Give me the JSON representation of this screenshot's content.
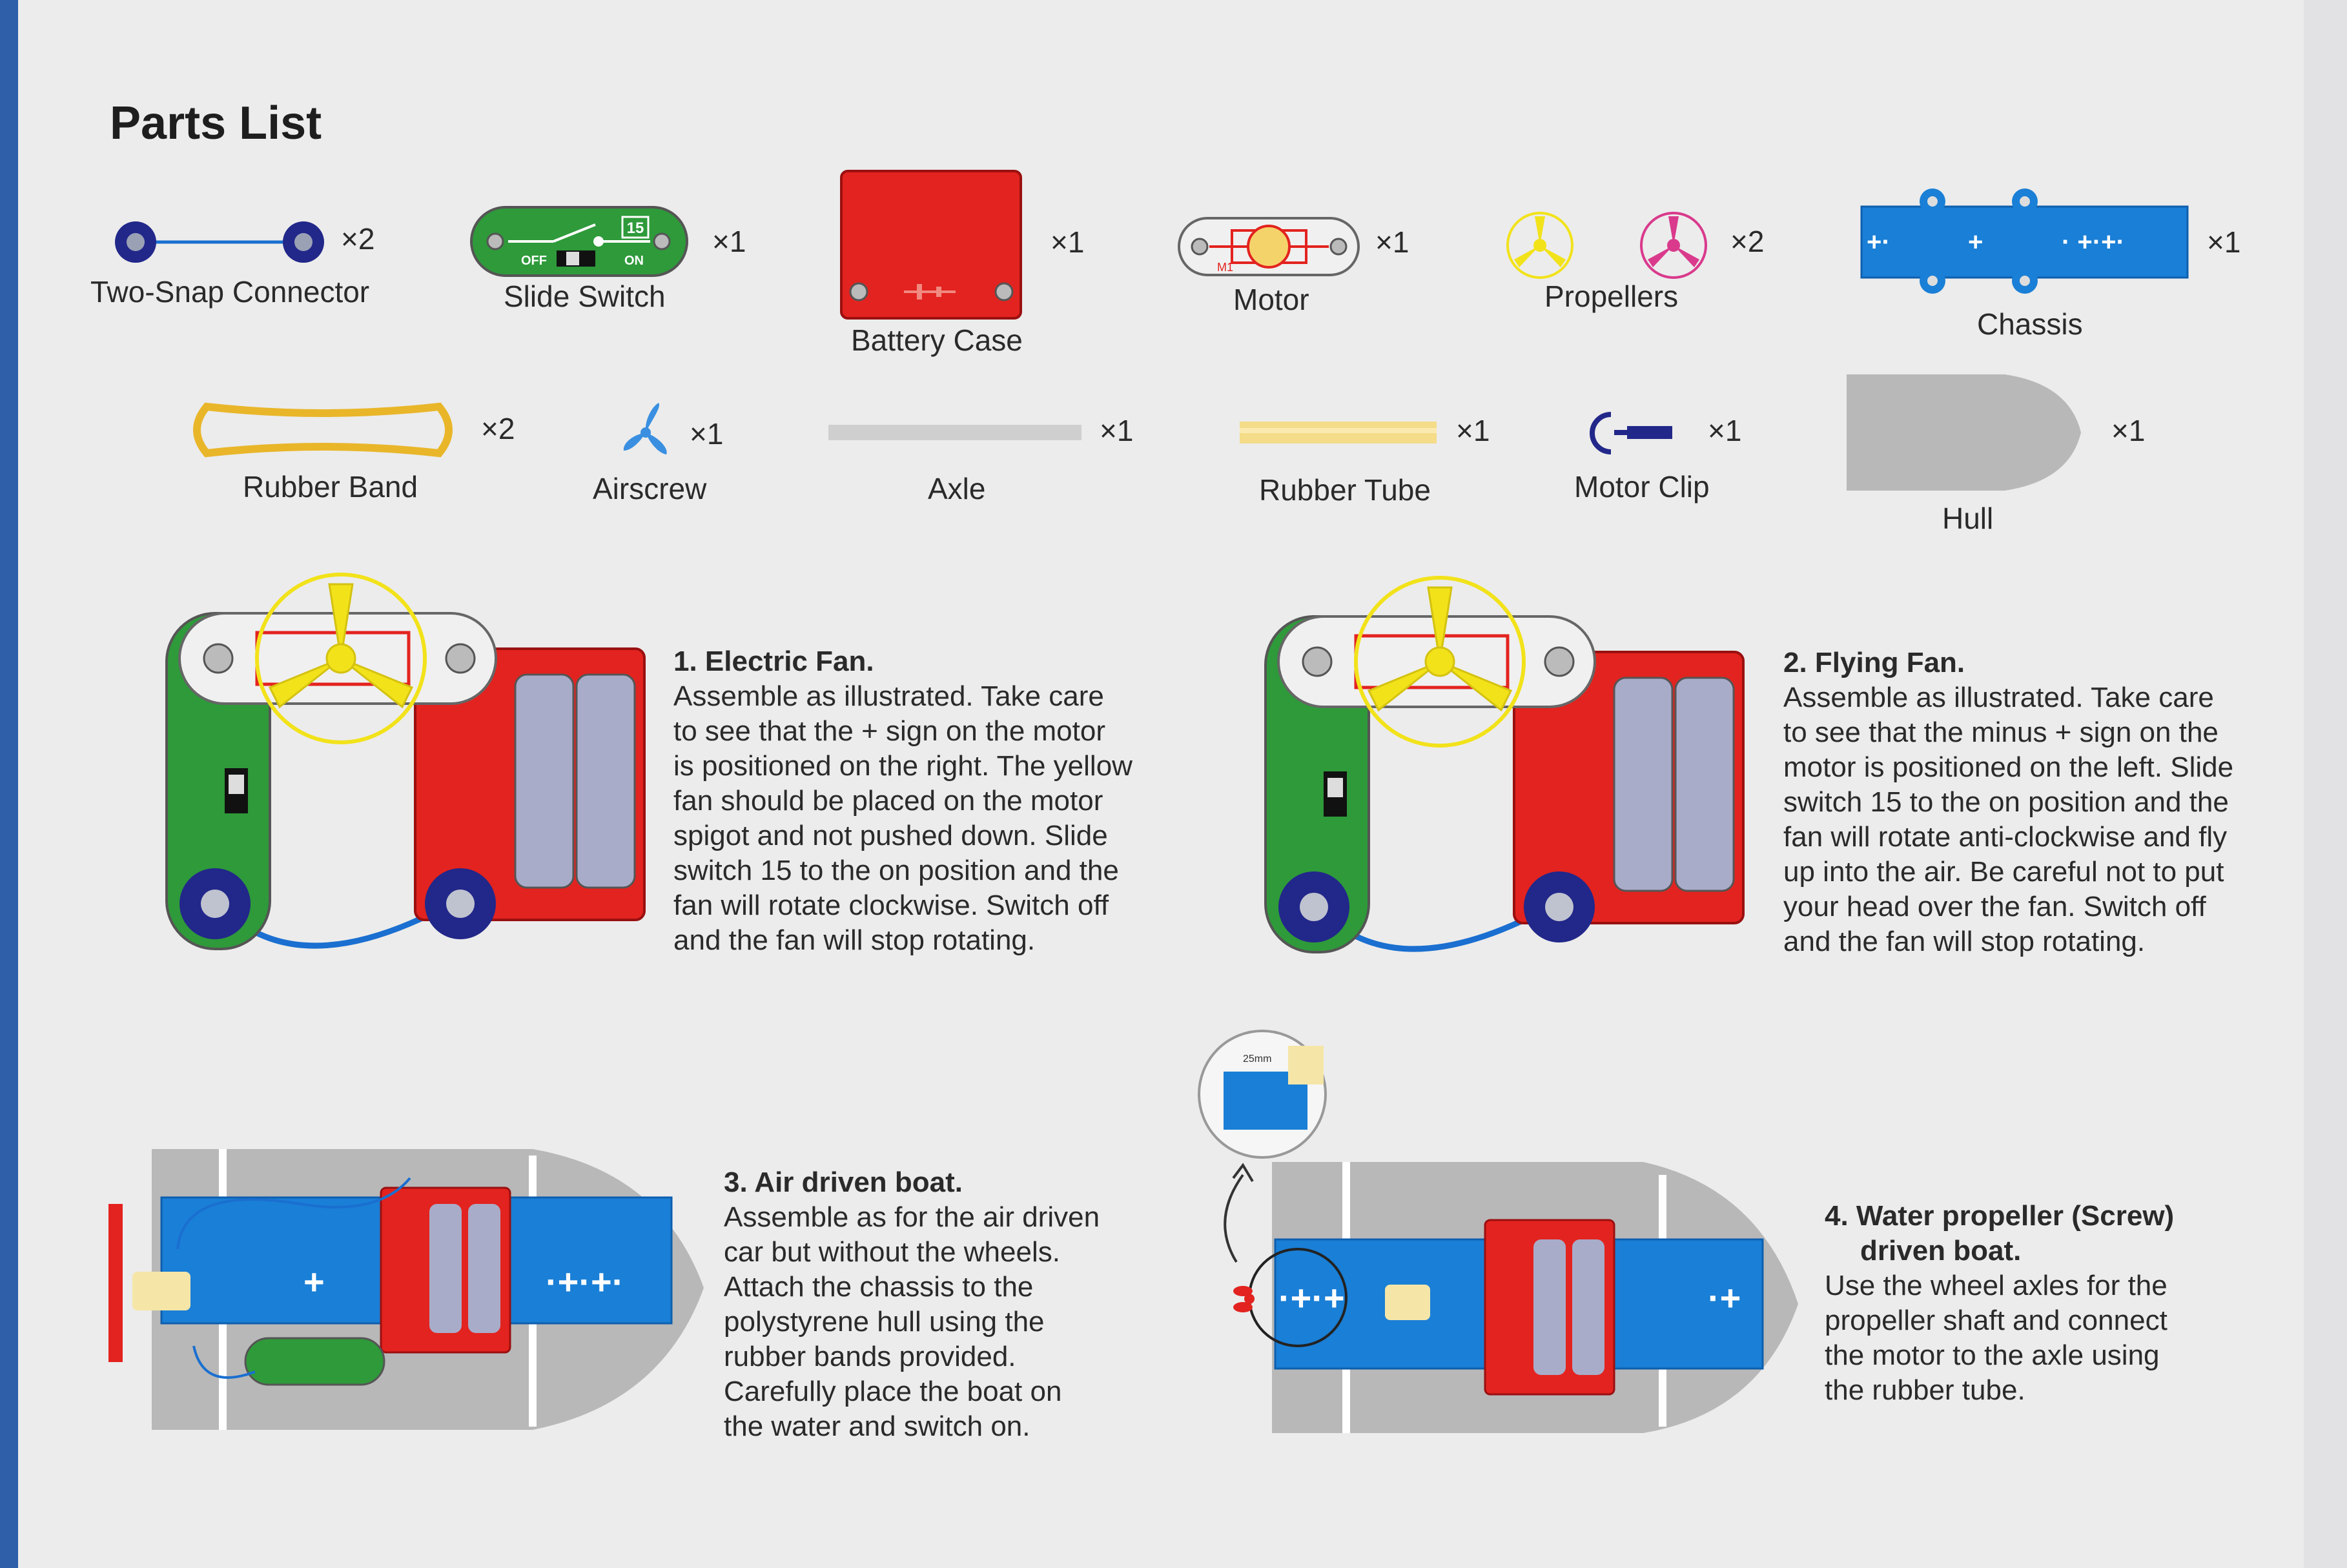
{
  "title": "Parts List",
  "parts": [
    {
      "label": "Two-Snap Connector",
      "qty": "×2"
    },
    {
      "label": "Slide Switch",
      "qty": "×1"
    },
    {
      "label": "Battery Case",
      "qty": "×1"
    },
    {
      "label": "Motor",
      "qty": "×1"
    },
    {
      "label": "Propellers",
      "qty": "×2"
    },
    {
      "label": "Chassis",
      "qty": "×1"
    },
    {
      "label": "Rubber Band",
      "qty": "×2"
    },
    {
      "label": "Airscrew",
      "qty": "×1"
    },
    {
      "label": "Axle",
      "qty": "×1"
    },
    {
      "label": "Rubber Tube",
      "qty": "×1"
    },
    {
      "label": "Motor Clip",
      "qty": "×1"
    },
    {
      "label": "Hull",
      "qty": "×1"
    }
  ],
  "component_marks": {
    "switch_number": "15",
    "switch_off": "OFF",
    "switch_on": "ON",
    "motor_number": "M1",
    "detail_measure": "25mm"
  },
  "steps": [
    {
      "heading": "1. Electric Fan.",
      "lines": [
        "Assemble as illustrated. Take care",
        "to see that the + sign on the motor",
        "is positioned on the right. The yellow",
        "fan should be placed on the motor",
        "spigot and not pushed down. Slide",
        "switch 15 to the on position and the",
        "fan will rotate clockwise. Switch off",
        "and the fan will stop rotating."
      ]
    },
    {
      "heading": "2. Flying Fan.",
      "lines": [
        "Assemble as illustrated. Take care",
        "to see that the minus + sign on the",
        "motor is positioned on the left. Slide",
        "switch 15 to the on position and the",
        "fan will rotate anti-clockwise and fly",
        "up into the air. Be careful not to put",
        "your head over the fan. Switch off",
        "and the fan will stop rotating."
      ]
    },
    {
      "heading": "3. Air driven boat.",
      "lines": [
        "Assemble as for the air driven",
        "car but without the wheels.",
        "Attach the chassis to the",
        "polystyrene hull using the",
        "rubber bands provided.",
        "Carefully place the boat on",
        "the water and switch on."
      ]
    },
    {
      "heading": "4. Water propeller (Screw)",
      "heading2": "driven boat.",
      "lines": [
        "Use the wheel axles for the",
        "propeller shaft and connect",
        "the motor to the axle using",
        "the rubber tube."
      ]
    }
  ],
  "colors": {
    "blue": "#1a7fd6",
    "red": "#e3231f",
    "green": "#2e9a3a",
    "yellow": "#f2e21a",
    "magenta": "#d93a8c",
    "gray": "#bdbdbd",
    "navy": "#22278a",
    "border": "#2e5fa8"
  },
  "icons": [
    "snap-connector-icon",
    "slide-switch-icon",
    "battery-case-icon",
    "motor-icon",
    "propeller-icon",
    "chassis-icon",
    "rubber-band-icon",
    "airscrew-icon",
    "axle-icon",
    "rubber-tube-icon",
    "motor-clip-icon",
    "hull-icon"
  ]
}
